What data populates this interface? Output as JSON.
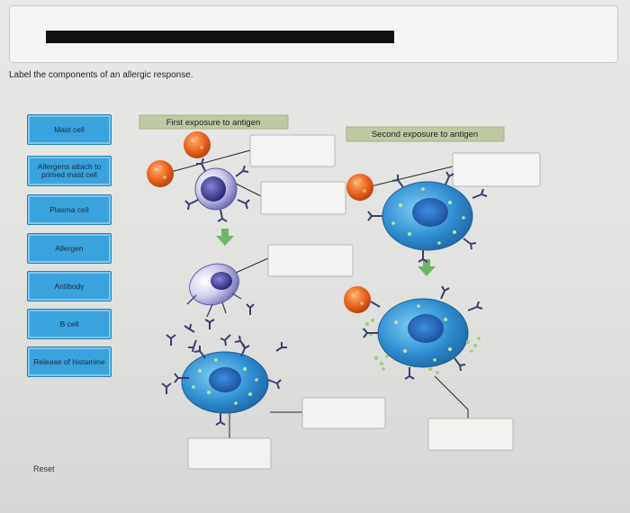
{
  "instructions": "Label the components of an allergic response.",
  "labels": [
    {
      "text": "Mast cell"
    },
    {
      "text": "Allergens attach to primed mast cell"
    },
    {
      "text": "Plasma cell"
    },
    {
      "text": "Allergen"
    },
    {
      "text": "Antibody"
    },
    {
      "text": "B cell"
    },
    {
      "text": "Release of histamine"
    }
  ],
  "reset_label": "Reset",
  "diagram": {
    "first_exposure_title": "First exposure to antigen",
    "second_exposure_title": "Second exposure to antigen"
  },
  "colors": {
    "label_button": "#3aa3dd",
    "header_label_bg": "#bfc9a3",
    "allergen": "#e9651f",
    "mast_cell": "#2e8ccf",
    "antibody": "#3a3f6e",
    "arrow": "#6fb567"
  }
}
